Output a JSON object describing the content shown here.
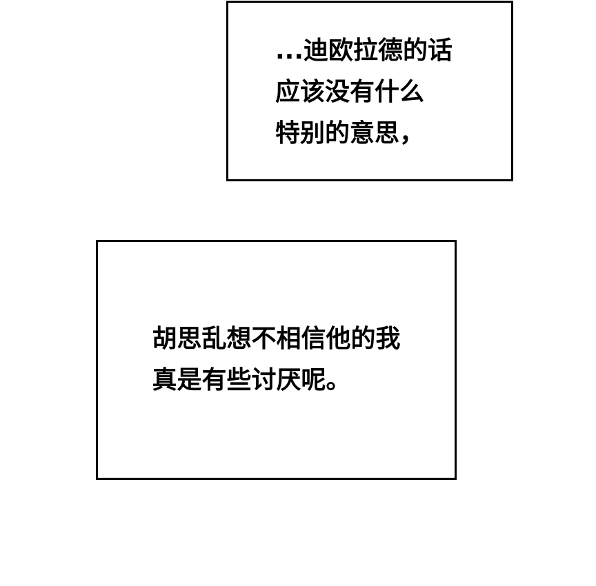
{
  "captions": [
    {
      "lines": [
        "...迪欧拉德的话",
        "应该没有什么",
        "特别的意思，"
      ]
    },
    {
      "lines": [
        "胡思乱想不相信他的我",
        "真是有些讨厌呢。"
      ]
    }
  ]
}
